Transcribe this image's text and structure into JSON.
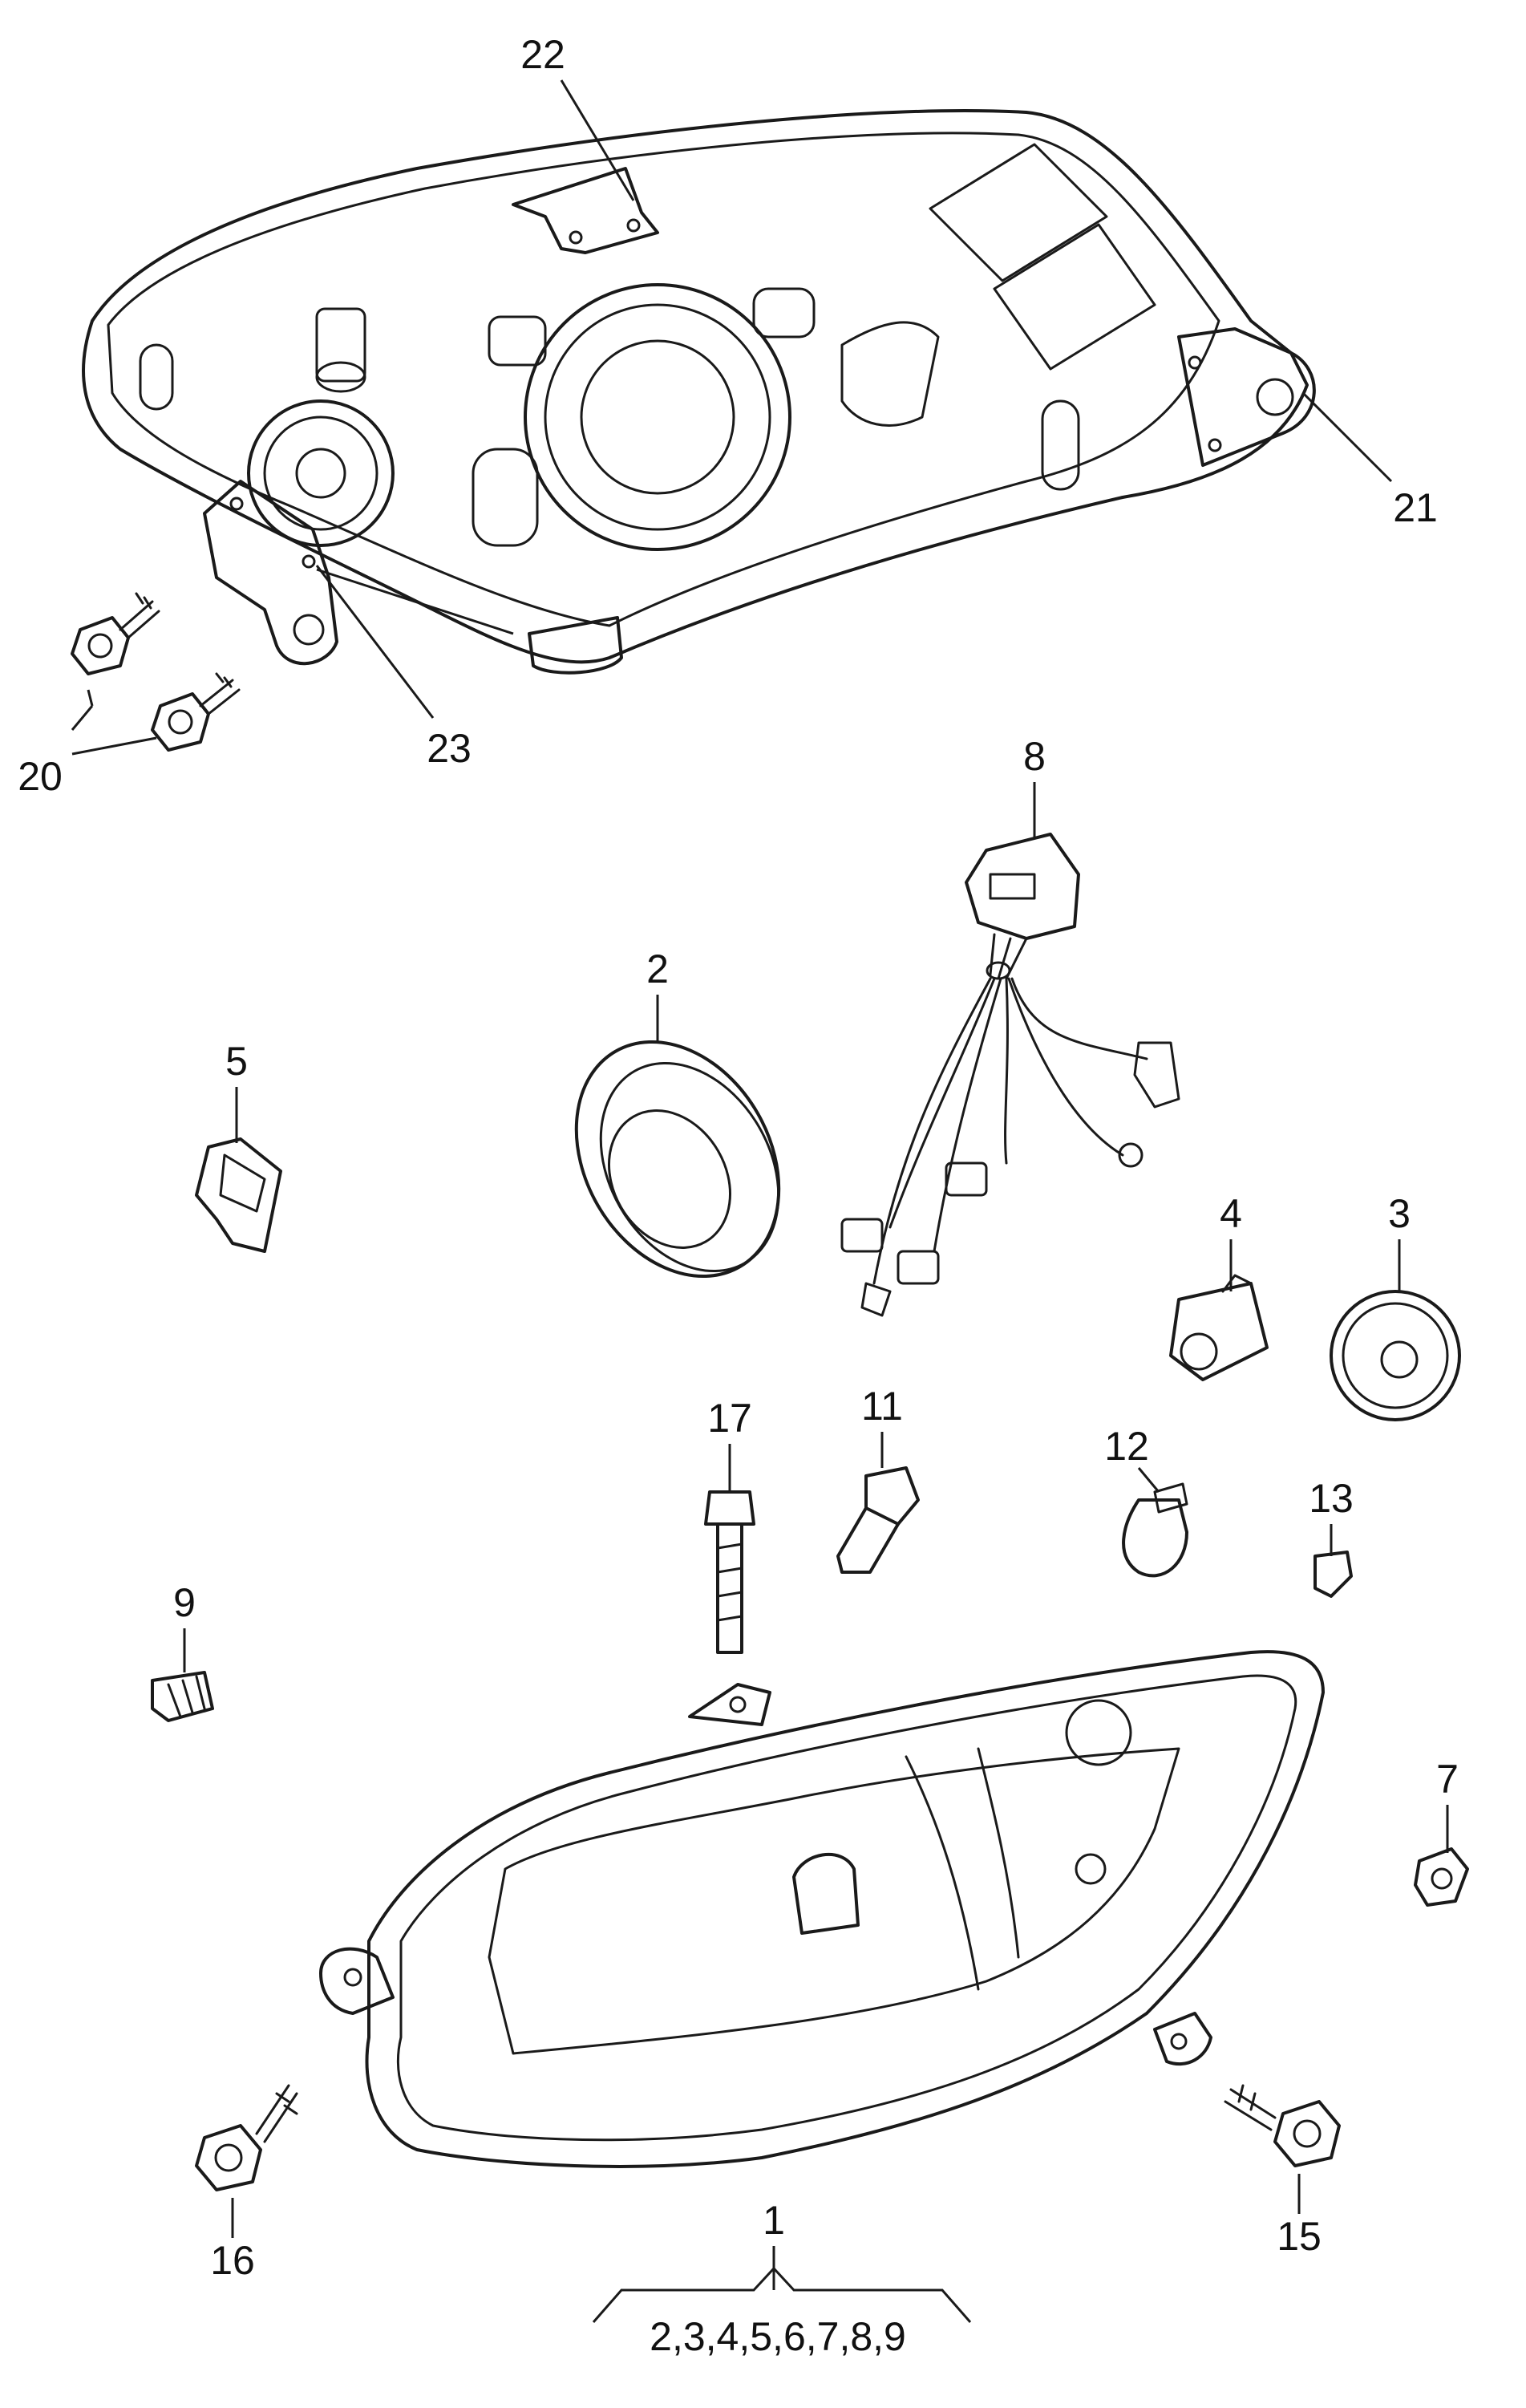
{
  "callouts": {
    "c1": "1",
    "c1_sub": "2,3,4,5,6,7,8,9",
    "c2": "2",
    "c3": "3",
    "c4": "4",
    "c5": "5",
    "c7": "7",
    "c8": "8",
    "c9": "9",
    "c11": "11",
    "c12": "12",
    "c13": "13",
    "c15": "15",
    "c16": "16",
    "c17": "17",
    "c20": "20",
    "c21": "21",
    "c22": "22",
    "c23": "23"
  }
}
